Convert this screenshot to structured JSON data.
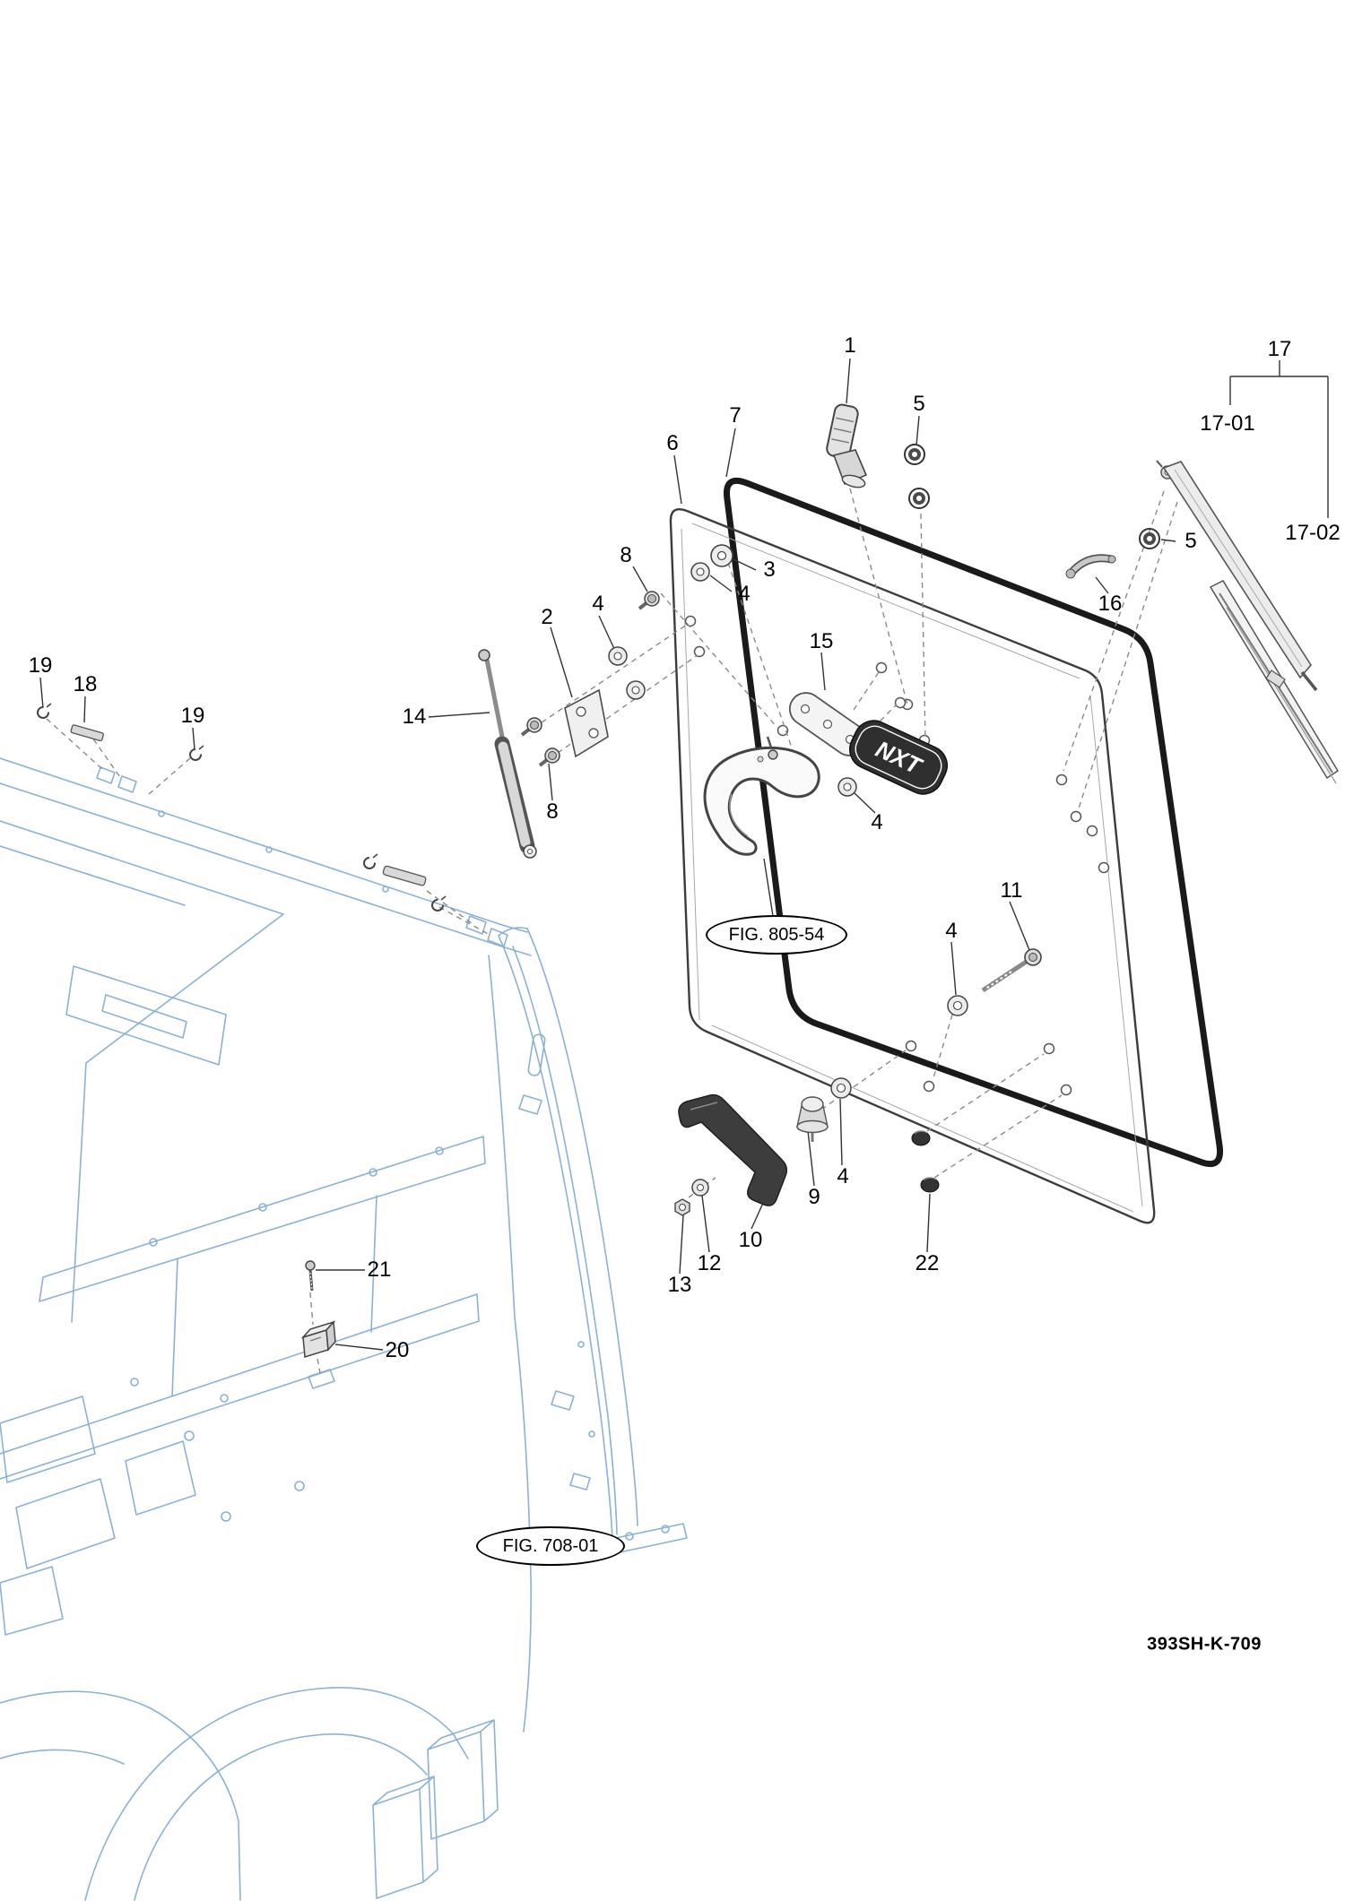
{
  "diagram": {
    "drawing_number": "393SH-K-709",
    "figure_refs": {
      "fig_805_54": "FIG. 805-54",
      "fig_708_01": "FIG. 708-01"
    },
    "logo_text": "NXT",
    "callouts": {
      "c1": "1",
      "c2": "2",
      "c3": "3",
      "c4": "4",
      "c5": "5",
      "c6": "6",
      "c7": "7",
      "c8": "8",
      "c9": "9",
      "c10": "10",
      "c11": "11",
      "c12": "12",
      "c13": "13",
      "c14": "14",
      "c15": "15",
      "c16": "16",
      "c17": "17",
      "c17_01": "17-01",
      "c17_02": "17-02",
      "c18": "18",
      "c19": "19",
      "c20": "20",
      "c21": "21",
      "c22": "22"
    },
    "colors": {
      "frame_blue": "#8ab1d6",
      "line_dark": "#3c3c3c",
      "seal_black": "#1a1a1a"
    }
  }
}
